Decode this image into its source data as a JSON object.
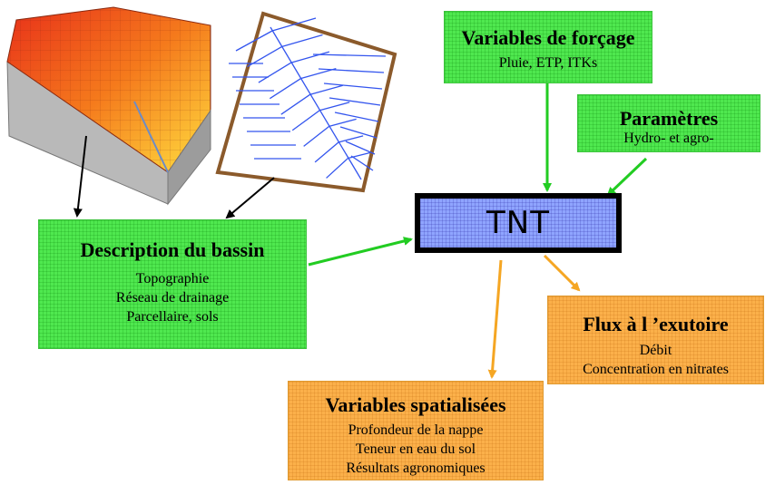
{
  "center": {
    "label": "TNT"
  },
  "forcing": {
    "title": "Variables de forçage",
    "lines": [
      "Pluie, ETP, ITKs"
    ]
  },
  "parameters": {
    "title": "Paramètres",
    "lines": [
      "Hydro- et agro-"
    ]
  },
  "basin": {
    "title": "Description du bassin",
    "lines": [
      "Topographie",
      "Réseau de drainage",
      "Parcellaire, sols"
    ]
  },
  "outlet": {
    "title": "Flux à l ’exutoire",
    "lines": [
      "Débit",
      "Concentration en nitrates"
    ]
  },
  "spatial": {
    "title": "Variables spatialisées",
    "lines": [
      "Profondeur de la nappe",
      "Teneur en eau du sol",
      "Résultats agronomiques"
    ]
  },
  "colors": {
    "input_box": "#4fe84f",
    "output_box": "#fbb04a",
    "model_box": "#8fa4ff",
    "input_arrow": "#22cc22",
    "output_arrow": "#f5a623",
    "drainage_lines": "#3355ee",
    "frame": "#8b5a2b"
  }
}
